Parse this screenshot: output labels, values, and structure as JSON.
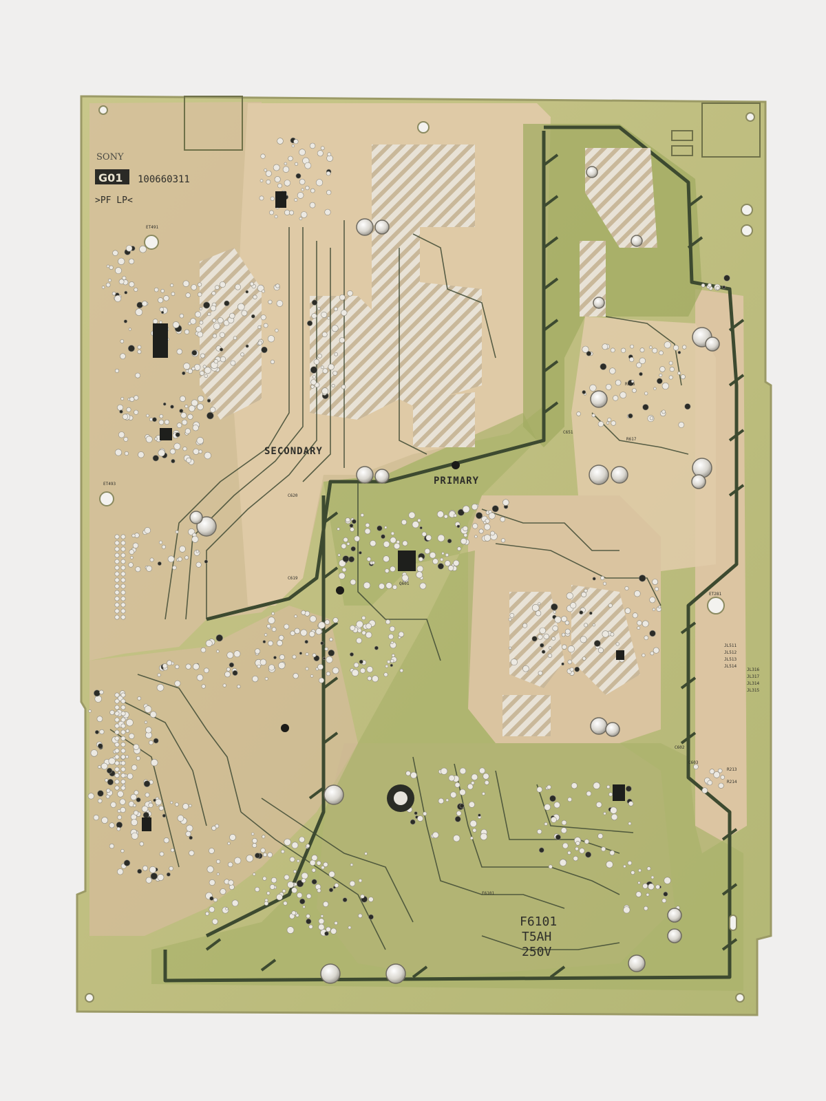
{
  "photo": {
    "brand": "SONY",
    "board_id": "G01",
    "part_number": "100660311",
    "material_mark": ">PF LP<",
    "region_secondary": "SECONDARY",
    "region_primary": "PRIMARY",
    "fuse": {
      "ref": "F6101",
      "rating": "T5AH",
      "voltage": "250V"
    },
    "refdes": [
      "JL511",
      "JL512",
      "JL513",
      "JL514",
      "ET491",
      "ET493",
      "ET281",
      "Q601",
      "C619",
      "C620",
      "R616",
      "R617",
      "JL316",
      "JL317",
      "JL314",
      "JL315",
      "R213",
      "R214",
      "C651",
      "C602",
      "C603",
      "F6101"
    ],
    "colors": {
      "background": "#f0efee",
      "board_green": "#b5b978",
      "copper_tan": "#dcc5a2",
      "pad_silver": "#e6e3dc",
      "dark_trace": "#3d4a30",
      "mask_green": "#9aa560"
    }
  }
}
